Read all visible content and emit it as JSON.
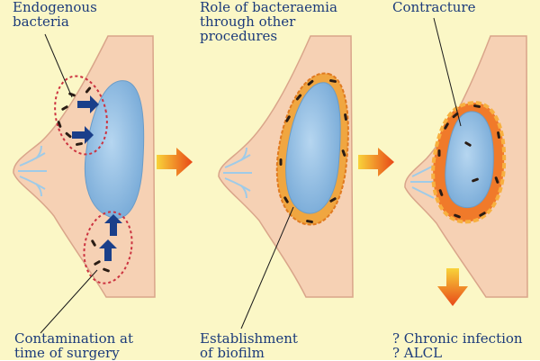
{
  "labels": {
    "endogenous_bacteria": "Endogenous\nbacteria",
    "role_bacteraemia": "Role of bacteraemia\nthrough other\nprocedures",
    "contracture": "Contracture",
    "contamination": "Contamination at\ntime of surgery",
    "biofilm": "Establishment\nof biofilm",
    "outcomes": "? Chronic infection\n? ALCL"
  },
  "colors": {
    "background": "#fbf7c6",
    "skin": "#f6d1b4",
    "skin_outline": "#d9a58a",
    "implant": "#8ebbe0",
    "biofilm": "#f0a640",
    "capsule": "#f07a2a",
    "text": "#1b3a7a",
    "arrow_blue": "#1a3f8a",
    "dotted_circle": "#cc3340",
    "big_arrow_start": "#f8d33a",
    "big_arrow_end": "#e84818"
  },
  "icons": {
    "bacteria": "rod-bacteria-icon",
    "transition_arrow": "orange-right-arrow-icon",
    "down_arrow": "orange-down-arrow-icon"
  }
}
